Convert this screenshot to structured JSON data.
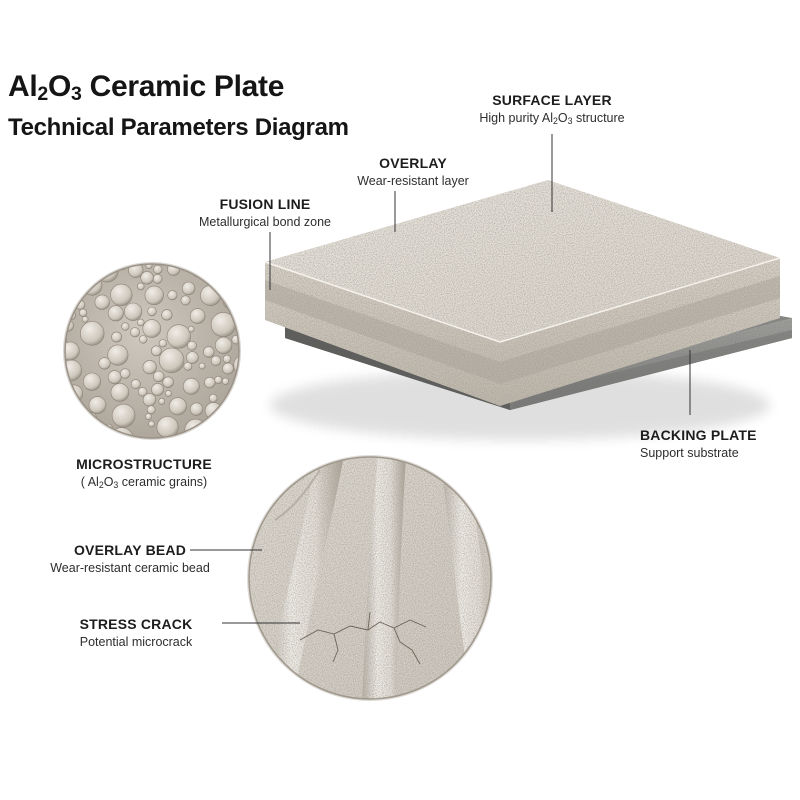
{
  "title": {
    "line1": {
      "pre": "Al",
      "sub1": "2",
      "mid": "O",
      "sub2": "3",
      "post": " Ceramic Plate"
    },
    "line2": "Technical Parameters Diagram"
  },
  "callouts": {
    "surface_layer": {
      "heading": "SURFACE LAYER",
      "pre": "High purity Al",
      "sub1": "2",
      "mid": "O",
      "sub2": "3",
      "post": " structure"
    },
    "overlay": {
      "heading": "OVERLAY",
      "description": "Wear-resistant layer"
    },
    "fusion_line": {
      "heading": "FUSION LINE",
      "description": "Metallurgical bond zone"
    },
    "backing_plate": {
      "heading": "BACKING PLATE",
      "description": "Support substrate"
    },
    "microstructure": {
      "heading": "MICROSTRUCTURE",
      "pre": "( Al",
      "sub1": "2",
      "mid": "O",
      "sub2": "3",
      "post": " ceramic grains)"
    },
    "overlay_bead": {
      "heading": "OVERLAY BEAD",
      "description": "Wear-resistant ceramic bead"
    },
    "stress_crack": {
      "heading": "STRESS CRACK",
      "description": "Potential microcrack"
    }
  },
  "colors": {
    "ceramic_top": "#e6e1d9",
    "ceramic_edge": "#d4cec4",
    "backing_top": "#6f6f6d",
    "backing_edge": "#8c8c8a",
    "leader_line": "#333333"
  }
}
